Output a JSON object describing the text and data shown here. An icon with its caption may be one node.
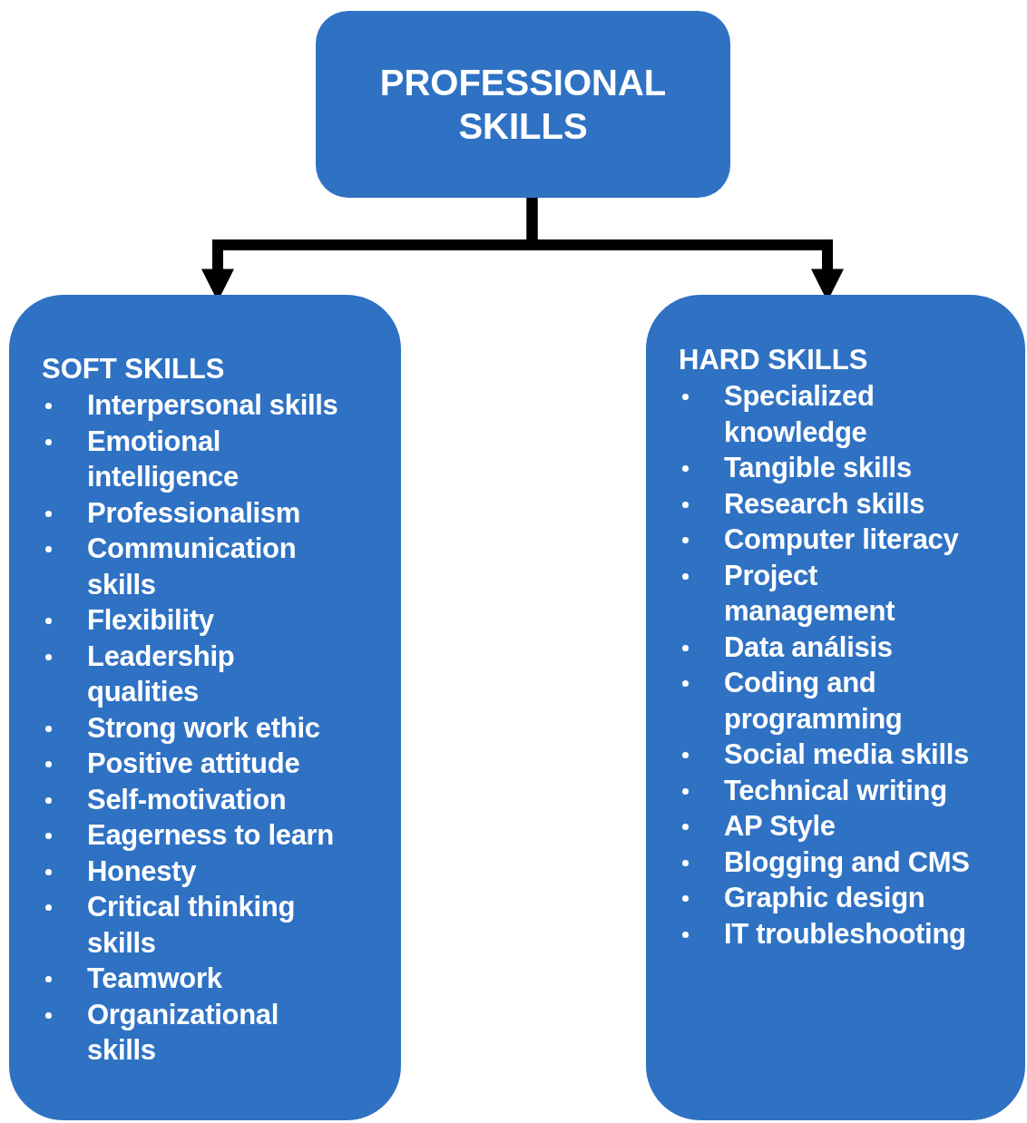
{
  "diagram": {
    "nodes": [
      {
        "text": [
          "PROFESSIONAL SKILLS"
        ]
      },
      {
        "text": [
          "SOFT SKILLS",
          "Interpersonal skills",
          "Emotional intelligence",
          "Professionalism",
          "Communication skills",
          "Flexibility",
          "Leadership qualities",
          "Strong work ethic",
          "Positive attitude",
          "Self-motivation",
          "Eagerness to learn",
          "Honesty",
          "Critical thinking skills",
          "Teamwork",
          "Organizational skills"
        ]
      },
      {
        "text": [
          "HARD SKILLS",
          "Specialized knowledge",
          "Tangible skills",
          "Research skills",
          "Computer literacy",
          "Project management",
          "Data análisis",
          "Coding and programming",
          "Social media skills",
          "Technical writing",
          "AP Style",
          "Blogging and CMS",
          "Graphic design",
          "IT troubleshooting"
        ]
      }
    ],
    "edges": [
      {
        "from": 0,
        "to": 1,
        "arrow": "to"
      },
      {
        "from": 0,
        "to": 2,
        "arrow": "to"
      }
    ]
  }
}
